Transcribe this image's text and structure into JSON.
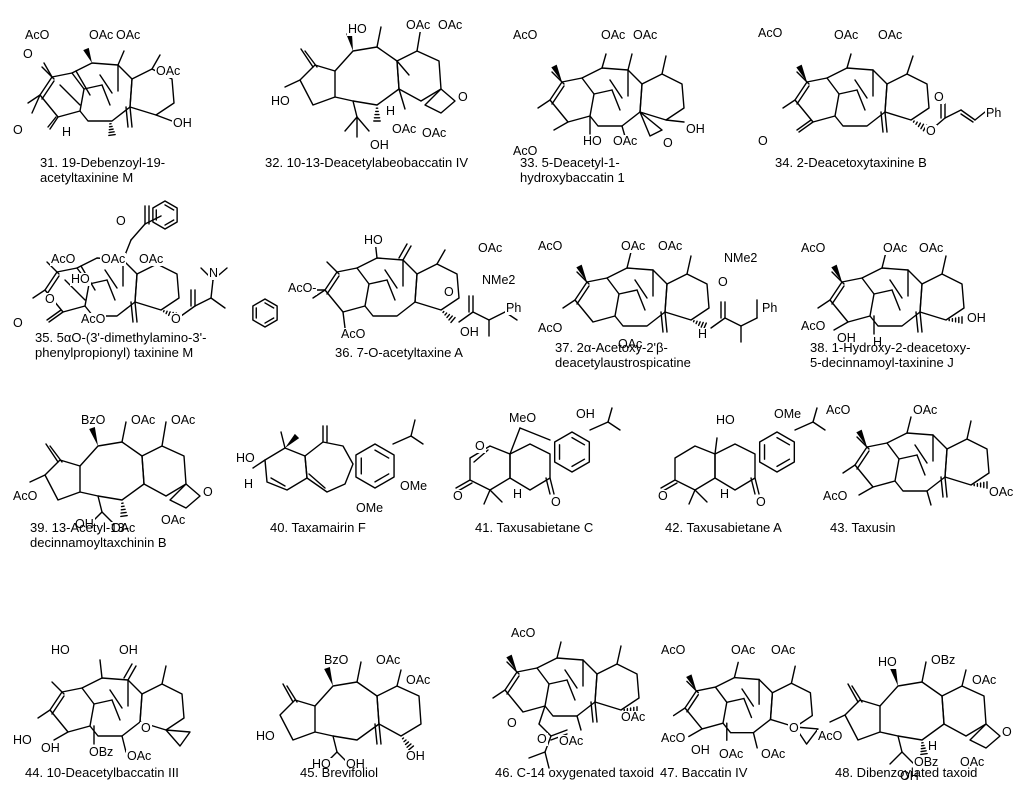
{
  "compounds": [
    {
      "number": "31.",
      "name": [
        "19-Debenzoyl-19-",
        "acetyltaxinine M"
      ]
    },
    {
      "number": "32.",
      "name": [
        "10-13-Deacetylabeobaccatin IV"
      ]
    },
    {
      "number": "33.",
      "name": [
        "5-Deacetyl-1-",
        "hydroxybaccatin 1"
      ]
    },
    {
      "number": "34.",
      "name": [
        "2-Deacetoxytaxinine B"
      ]
    },
    {
      "number": "35.",
      "name": [
        "5αO-(3'-dimethylamino-3'-",
        "phenylpropionyl) taxinine M"
      ]
    },
    {
      "number": "36.",
      "name": [
        "7-O-acetyltaxine A"
      ]
    },
    {
      "number": "37.",
      "name": [
        "2α-Acetoxy-2'β-",
        "deacetylaustrospicatine"
      ]
    },
    {
      "number": "38.",
      "name": [
        "1-Hydroxy-2-deacetoxy-",
        "5-decinnamoyl-taxinine J"
      ]
    },
    {
      "number": "39.",
      "name": [
        "13-Acetyl-13-",
        "decinnamoyltaxchinin B"
      ]
    },
    {
      "number": "40.",
      "name": [
        "Taxamairin F"
      ]
    },
    {
      "number": "41.",
      "name": [
        "Taxusabietane C"
      ]
    },
    {
      "number": "42.",
      "name": [
        "Taxusabietane A"
      ]
    },
    {
      "number": "43.",
      "name": [
        "Taxusin"
      ]
    },
    {
      "number": "44.",
      "name": [
        "10-Deacetylbaccatin III"
      ]
    },
    {
      "number": "45.",
      "name": [
        "Brevifoliol"
      ]
    },
    {
      "number": "46.",
      "name": [
        "C-14 oxygenated taxoid"
      ]
    },
    {
      "number": "47.",
      "name": [
        "Baccatin IV"
      ]
    },
    {
      "number": "48.",
      "name": [
        "Dibenzoylated taxoid"
      ]
    }
  ],
  "labels": {
    "oac": "OAc",
    "aco": "AcO",
    "aco_dash": "AcO-",
    "oh": "OH",
    "ho": "HO",
    "h": "H",
    "o": "O",
    "bzo": "BzO",
    "obz": "OBz",
    "ph": "Ph",
    "nme2": "NMe2",
    "n": "N",
    "meo": "MeO",
    "ome": "OMe"
  }
}
